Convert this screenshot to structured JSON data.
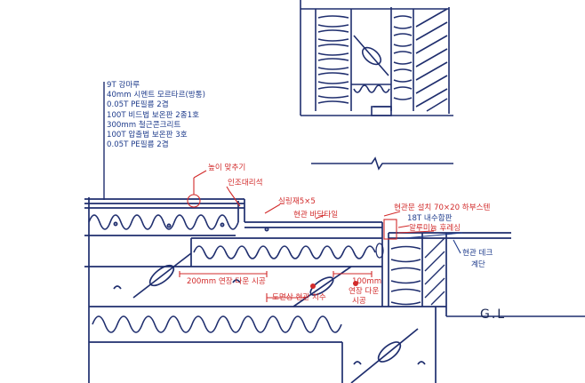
{
  "specs": [
    "9T 강마루",
    "40mm 시멘트 모르타르(방통)",
    "0.05T PE필름 2겹",
    "100T 비드법 보온판 2종1호",
    "300mm 철근콘크리트",
    "100T 압출법 보온판 3호",
    "0.05T PE필름 2겹"
  ],
  "annotations": {
    "height_adjust": "높이 맞추기",
    "artificial_marble": "인조대리석",
    "sealant": "실링재5×5",
    "entrance_tile": "현관 바닥타일",
    "door_install": "현관문 설치 70×20 하부스텐",
    "waterproof_plywood": "18T 내수합판",
    "aluminum_flashing": "알루미늄 후레싱",
    "entrance_deck": "현관 데크",
    "steps": "계단",
    "extend_200_down": "200mm 연장 다운 시공",
    "extend_100": "100mm",
    "extend_down": "연장 다운",
    "construct": "시공",
    "drawing_dim": "도면상 현관 치수"
  },
  "ground_label": "G.L",
  "colors": {
    "ink": "#1f2e6e",
    "annotation": "#d22b2b",
    "spec_text": "#1f3c8c"
  }
}
